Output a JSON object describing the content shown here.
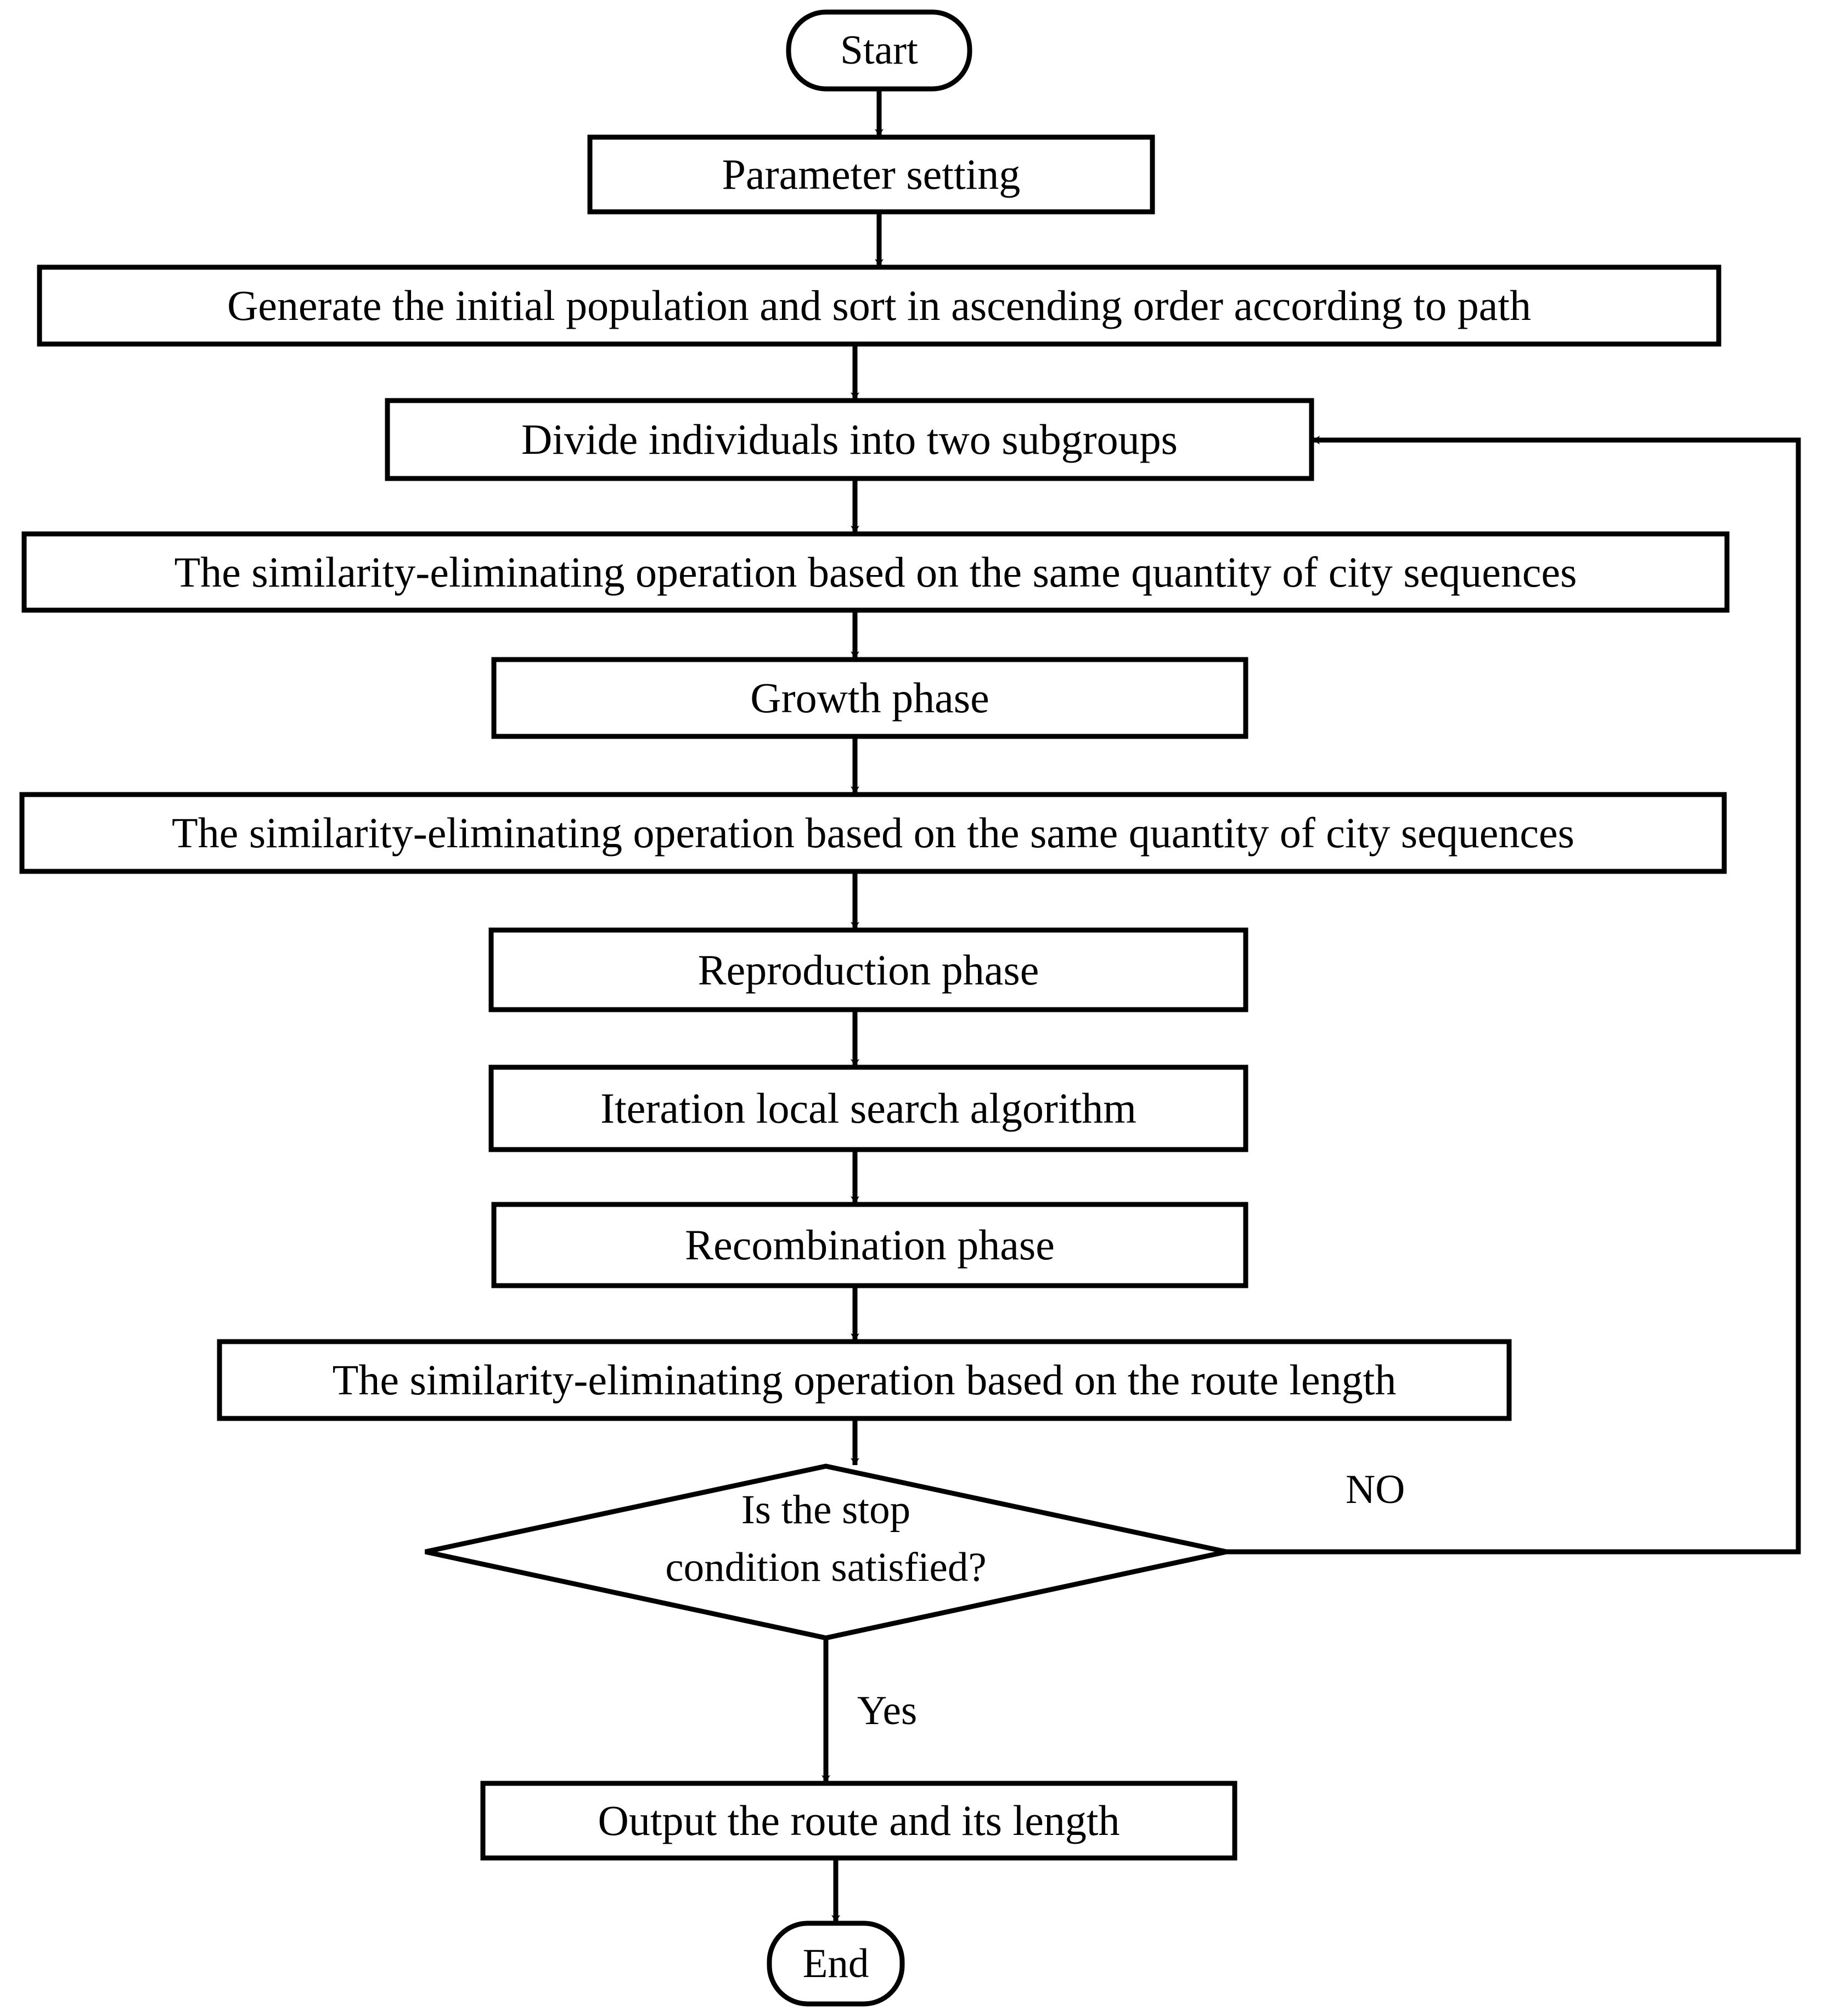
{
  "diagram": {
    "type": "flowchart",
    "title": "Algorithm flowchart",
    "orientation": "top-to-bottom",
    "colors": {
      "stroke": "#000000",
      "fill": "#ffffff",
      "text": "#000000"
    },
    "nodes": [
      {
        "id": "start",
        "shape": "terminator",
        "label": "Start"
      },
      {
        "id": "parameter_setting",
        "shape": "process",
        "label": "Parameter setting"
      },
      {
        "id": "generate_population",
        "shape": "process",
        "label": "Generate the initial population and sort in ascending order according to path"
      },
      {
        "id": "divide_subgroups",
        "shape": "process",
        "label": "Divide individuals into two subgroups"
      },
      {
        "id": "similarity_city_1",
        "shape": "process",
        "label": "The similarity-eliminating operation based on the same quantity of city sequences"
      },
      {
        "id": "growth_phase",
        "shape": "process",
        "label": "Growth phase"
      },
      {
        "id": "similarity_city_2",
        "shape": "process",
        "label": "The similarity-eliminating operation based on the same quantity of city sequences"
      },
      {
        "id": "reproduction_phase",
        "shape": "process",
        "label": "Reproduction phase"
      },
      {
        "id": "iteration_local_search",
        "shape": "process",
        "label": "Iteration local search algorithm"
      },
      {
        "id": "recombination_phase",
        "shape": "process",
        "label": "Recombination phase"
      },
      {
        "id": "similarity_route_length",
        "shape": "process",
        "label": "The similarity-eliminating operation based on the route length"
      },
      {
        "id": "stop_condition",
        "shape": "decision",
        "label": "Is the stop\ncondition satisfied?",
        "label_line1": "Is the stop",
        "label_line2": "condition satisfied?"
      },
      {
        "id": "output_route",
        "shape": "process",
        "label": "Output the route and its length"
      },
      {
        "id": "end",
        "shape": "terminator",
        "label": "End"
      }
    ],
    "edges": [
      {
        "from": "start",
        "to": "parameter_setting",
        "label": ""
      },
      {
        "from": "parameter_setting",
        "to": "generate_population",
        "label": ""
      },
      {
        "from": "generate_population",
        "to": "divide_subgroups",
        "label": ""
      },
      {
        "from": "divide_subgroups",
        "to": "similarity_city_1",
        "label": ""
      },
      {
        "from": "similarity_city_1",
        "to": "growth_phase",
        "label": ""
      },
      {
        "from": "growth_phase",
        "to": "similarity_city_2",
        "label": ""
      },
      {
        "from": "similarity_city_2",
        "to": "reproduction_phase",
        "label": ""
      },
      {
        "from": "reproduction_phase",
        "to": "iteration_local_search",
        "label": ""
      },
      {
        "from": "iteration_local_search",
        "to": "recombination_phase",
        "label": ""
      },
      {
        "from": "recombination_phase",
        "to": "similarity_route_length",
        "label": ""
      },
      {
        "from": "similarity_route_length",
        "to": "stop_condition",
        "label": ""
      },
      {
        "from": "stop_condition",
        "to": "output_route",
        "label": "Yes"
      },
      {
        "from": "stop_condition",
        "to": "divide_subgroups",
        "label": "NO"
      },
      {
        "from": "output_route",
        "to": "end",
        "label": ""
      }
    ],
    "edge_labels": {
      "yes": "Yes",
      "no": "NO"
    }
  }
}
